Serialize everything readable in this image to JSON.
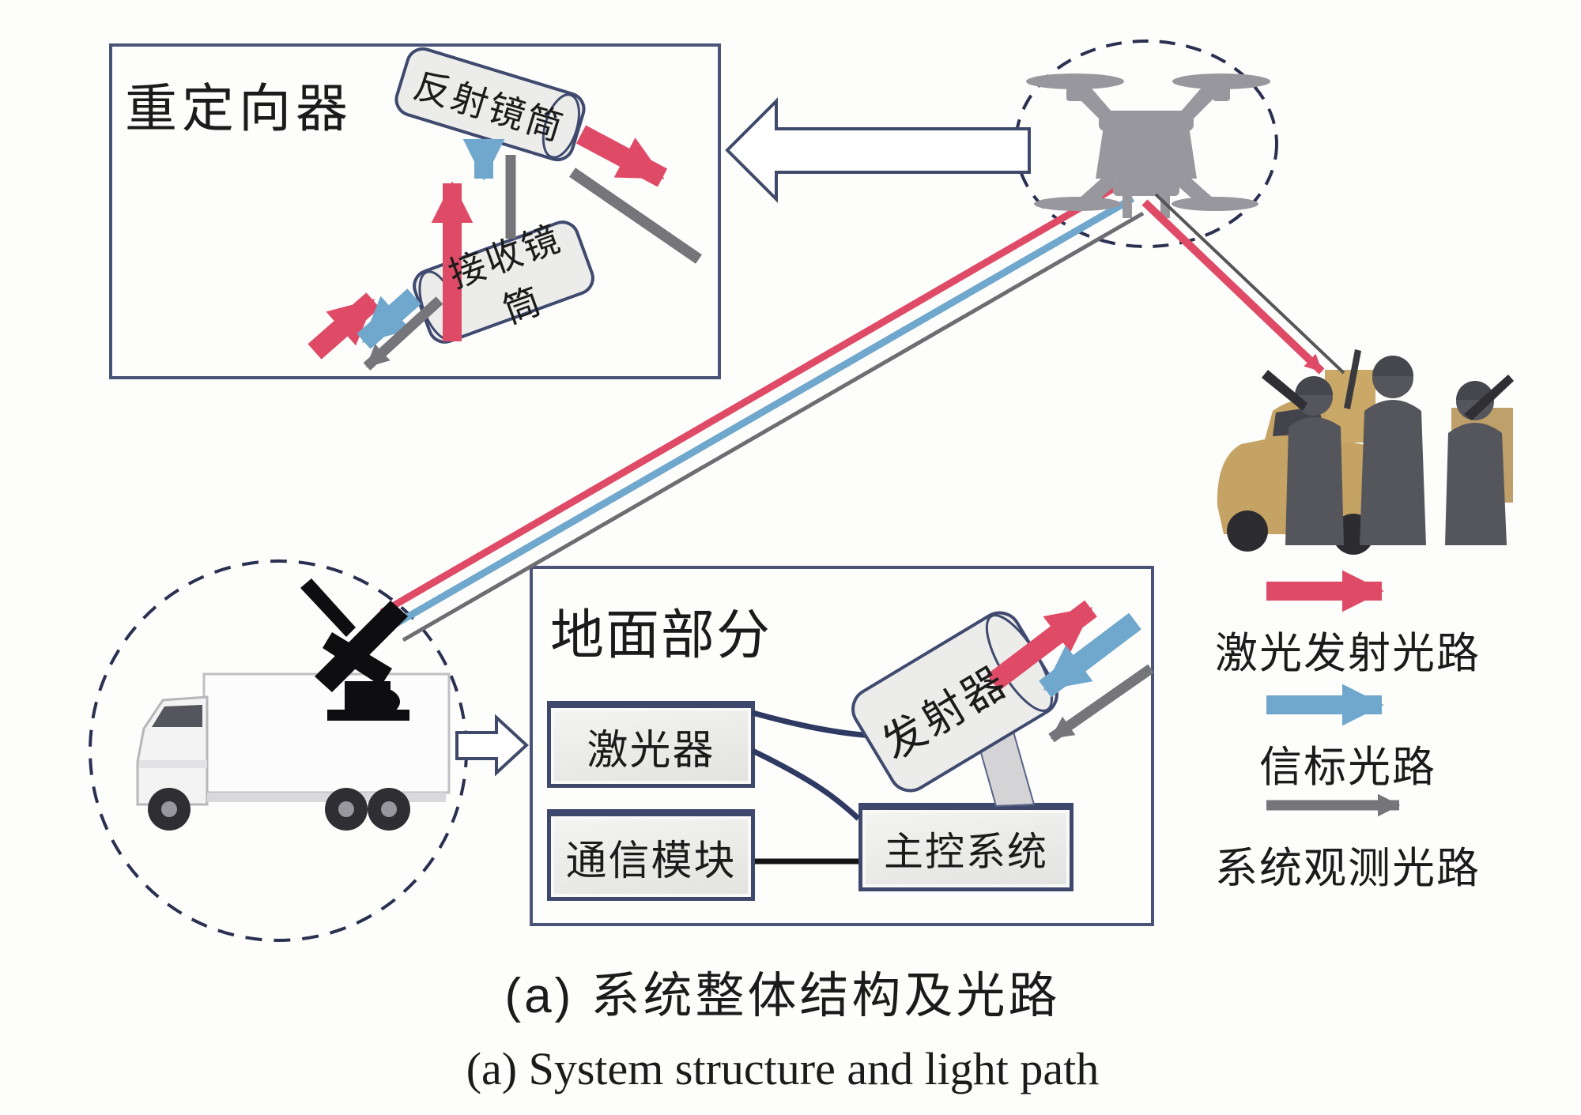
{
  "redirector": {
    "title": "重定向器",
    "reflect_tube_label": "反射镜筒",
    "receive_tube_label": "接收镜筒"
  },
  "ground": {
    "title": "地面部分",
    "laser_label": "激光器",
    "comm_label": "通信模块",
    "control_label": "主控系统",
    "transmitter_label": "发射器"
  },
  "legend": {
    "items": [
      {
        "label": "激光发射光路",
        "color": "#df4b66",
        "style": "thick-arrow"
      },
      {
        "label": "信标光路",
        "color": "#6fa7cd",
        "style": "thick-arrow"
      },
      {
        "label": "系统观测光路",
        "color": "#76767a",
        "style": "thin-arrow"
      }
    ]
  },
  "caption": {
    "zh": "(a) 系统整体结构及光路",
    "en": "(a) System structure and light path"
  },
  "colors": {
    "laser_red": "#df4b66",
    "beacon_blue": "#6fa7cd",
    "observe_gray": "#76767a",
    "outline_navy": "#3e486c",
    "dashed_navy": "#2a3150",
    "wire_navy": "#2f3a63",
    "comm_line_black": "#141414"
  },
  "icons": {
    "drone": "quadcopter-drone-icon",
    "truck": "laser-station-truck-icon",
    "soldiers": "soldiers-vehicle-photo"
  }
}
